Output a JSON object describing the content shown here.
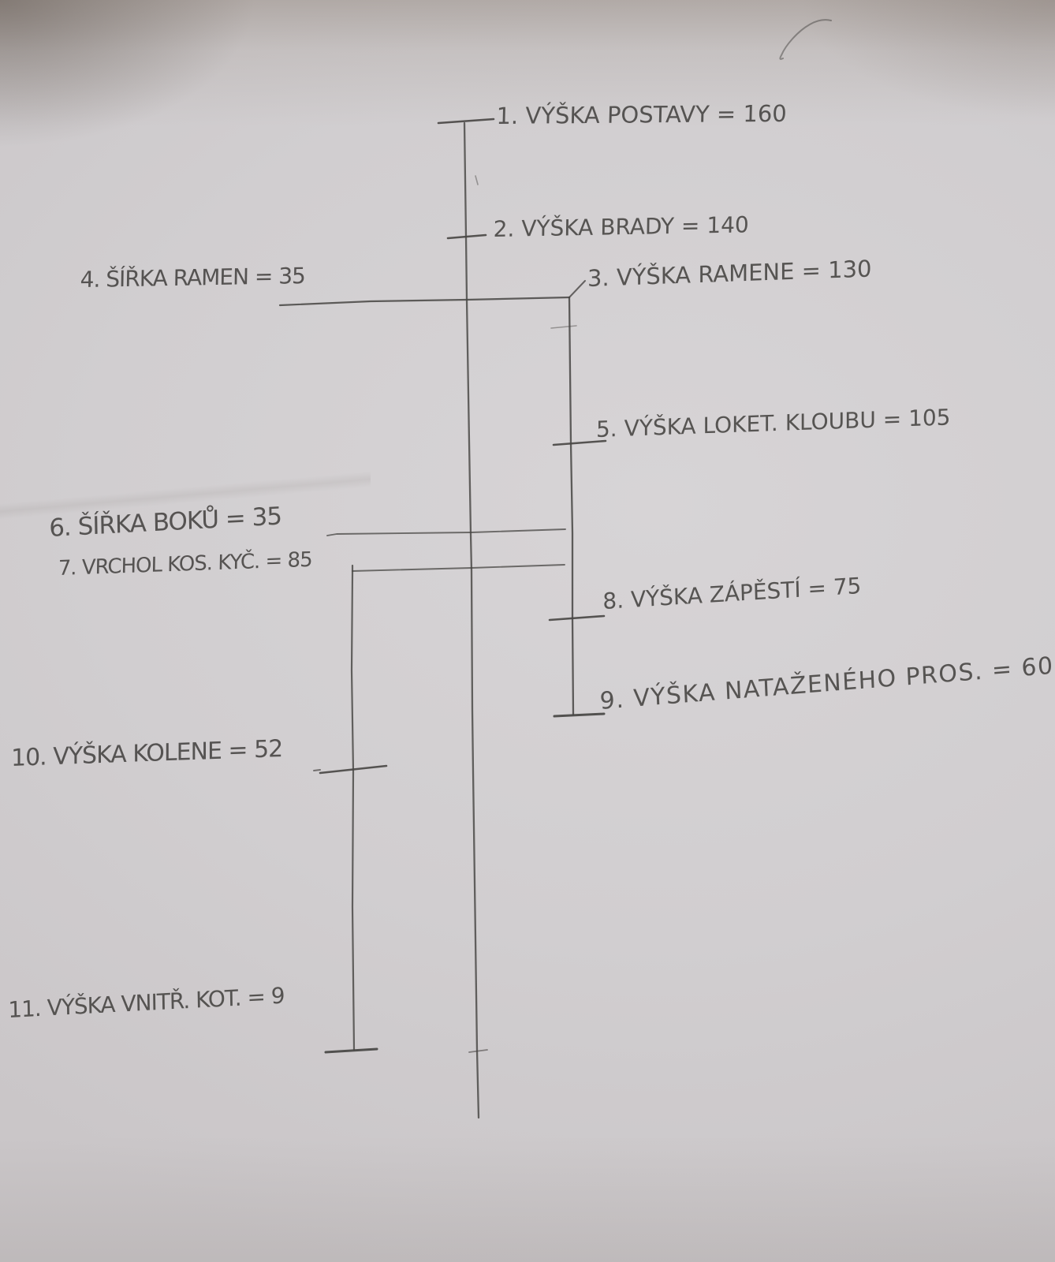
{
  "page": {
    "paper_color": "#d1cdd0",
    "pencil_color": "#474543"
  },
  "diagram": {
    "description_labels": [
      {
        "id": "1",
        "text": "1. VÝŠKA POSTAVY = 160"
      },
      {
        "id": "2",
        "text": "2. VÝŠKA BRADY = 140"
      },
      {
        "id": "3",
        "text": "3. VÝŠKA RAMENE = 130"
      },
      {
        "id": "4",
        "text": "4. ŠÍŘKA RAMEN = 35"
      },
      {
        "id": "5",
        "text": "5. VÝŠKA LOKET. KLOUBU = 105"
      },
      {
        "id": "6",
        "text": "6. ŠÍŘKA BOKŮ = 35"
      },
      {
        "id": "7",
        "text": "7. VRCHOL KOS. KYČ. = 85"
      },
      {
        "id": "8",
        "text": "8. VÝŠKA ZÁPĚSTÍ = 75"
      },
      {
        "id": "9",
        "text": "9. VÝŠKA NATAŽENÉHO PROS. = 60"
      },
      {
        "id": "10",
        "text": "10. VÝŠKA KOLENE = 52"
      },
      {
        "id": "11",
        "text": "11. VÝŠKA VNITŘ. KOT. = 9"
      }
    ],
    "measurements": [
      {
        "name": "VÝŠKA POSTAVY",
        "value": 160
      },
      {
        "name": "VÝŠKA BRADY",
        "value": 140
      },
      {
        "name": "VÝŠKA RAMENE",
        "value": 130
      },
      {
        "name": "ŠÍŘKA RAMEN",
        "value": 35
      },
      {
        "name": "VÝŠKA LOKET. KLOUBU",
        "value": 105
      },
      {
        "name": "ŠÍŘKA BOKŮ",
        "value": 35
      },
      {
        "name": "VRCHOL KOS. KYČ.",
        "value": 85
      },
      {
        "name": "VÝŠKA ZÁPĚSTÍ",
        "value": 75
      },
      {
        "name": "VÝŠKA NATAŽENÉHO PROS.",
        "value": 60
      },
      {
        "name": "VÝŠKA KOLENE",
        "value": 52
      },
      {
        "name": "VÝŠKA VNITŘ. KOT.",
        "value": 9
      }
    ]
  }
}
